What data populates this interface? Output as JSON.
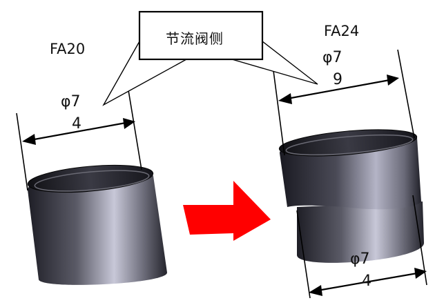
{
  "labels": {
    "model_left": "FA20",
    "model_right": "FA24",
    "callout": "节流阀侧"
  },
  "dimensions": {
    "left": {
      "symbol": "φ7",
      "value": "4"
    },
    "right_top": {
      "symbol": "φ7",
      "value": "9"
    },
    "right_bottom": {
      "symbol": "φ7",
      "value": "4"
    }
  },
  "colors": {
    "arrow": "#ff0000",
    "pipe_dark": "#1e1e26",
    "pipe_light": "#c0c0d0",
    "line": "#000000"
  },
  "icons": {
    "transition_arrow": "right-arrow-icon"
  }
}
